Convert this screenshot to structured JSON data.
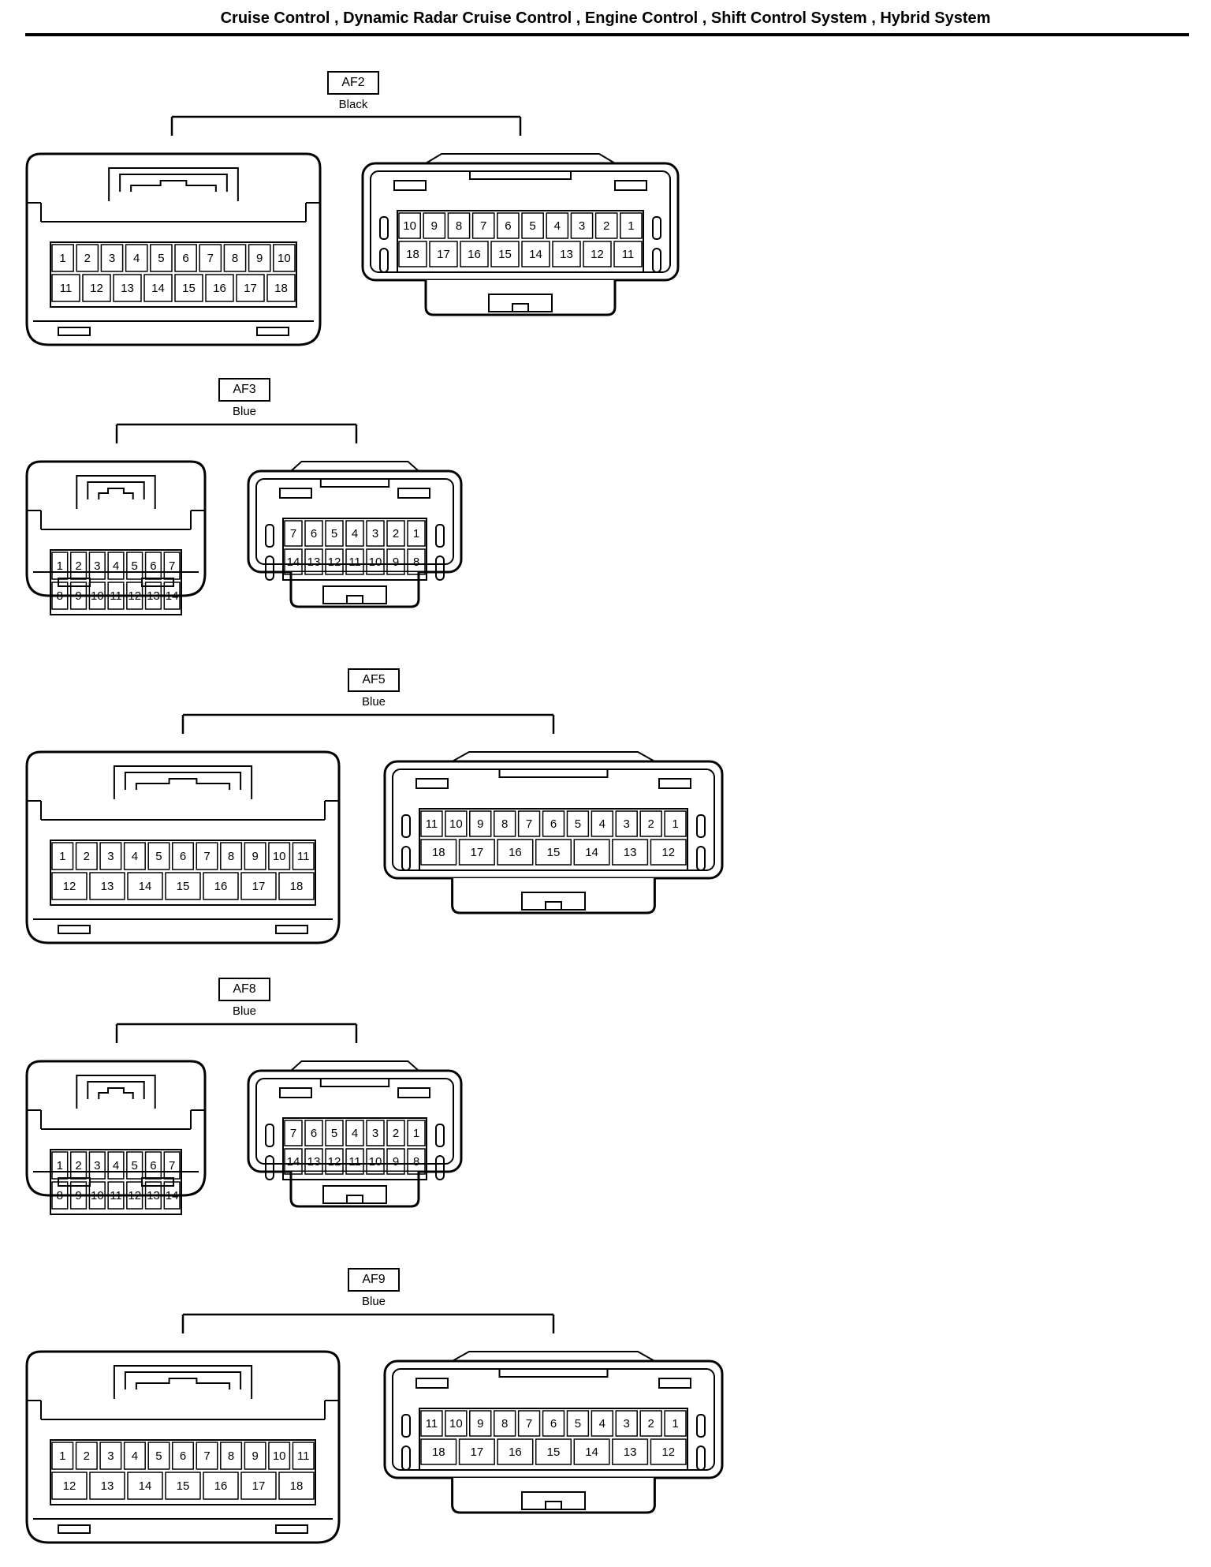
{
  "title": "Cruise Control , Dynamic Radar Cruise Control , Engine Control , Shift Control System , Hybrid System",
  "connectors": [
    {
      "id": "AF2",
      "color": "Black",
      "male_rows": [
        [
          "1",
          "2",
          "3",
          "4",
          "5",
          "6",
          "7",
          "8",
          "9",
          "10"
        ],
        [
          "11",
          "12",
          "13",
          "14",
          "15",
          "16",
          "17",
          "18"
        ]
      ],
      "female_rows": [
        [
          "10",
          "9",
          "8",
          "7",
          "6",
          "5",
          "4",
          "3",
          "2",
          "1"
        ],
        [
          "18",
          "17",
          "16",
          "15",
          "14",
          "13",
          "12",
          "11"
        ]
      ]
    },
    {
      "id": "AF3",
      "color": "Blue",
      "male_rows": [
        [
          "1",
          "2",
          "3",
          "4",
          "5",
          "6",
          "7"
        ],
        [
          "8",
          "9",
          "10",
          "11",
          "12",
          "13",
          "14"
        ]
      ],
      "female_rows": [
        [
          "7",
          "6",
          "5",
          "4",
          "3",
          "2",
          "1"
        ],
        [
          "14",
          "13",
          "12",
          "11",
          "10",
          "9",
          "8"
        ]
      ]
    },
    {
      "id": "AF5",
      "color": "Blue",
      "male_rows": [
        [
          "1",
          "2",
          "3",
          "4",
          "5",
          "6",
          "7",
          "8",
          "9",
          "10",
          "11"
        ],
        [
          "12",
          "13",
          "14",
          "15",
          "16",
          "17",
          "18"
        ]
      ],
      "female_rows": [
        [
          "11",
          "10",
          "9",
          "8",
          "7",
          "6",
          "5",
          "4",
          "3",
          "2",
          "1"
        ],
        [
          "18",
          "17",
          "16",
          "15",
          "14",
          "13",
          "12"
        ]
      ]
    },
    {
      "id": "AF8",
      "color": "Blue",
      "male_rows": [
        [
          "1",
          "2",
          "3",
          "4",
          "5",
          "6",
          "7"
        ],
        [
          "8",
          "9",
          "10",
          "11",
          "12",
          "13",
          "14"
        ]
      ],
      "female_rows": [
        [
          "7",
          "6",
          "5",
          "4",
          "3",
          "2",
          "1"
        ],
        [
          "14",
          "13",
          "12",
          "11",
          "10",
          "9",
          "8"
        ]
      ]
    },
    {
      "id": "AF9",
      "color": "Blue",
      "male_rows": [
        [
          "1",
          "2",
          "3",
          "4",
          "5",
          "6",
          "7",
          "8",
          "9",
          "10",
          "11"
        ],
        [
          "12",
          "13",
          "14",
          "15",
          "16",
          "17",
          "18"
        ]
      ],
      "female_rows": [
        [
          "11",
          "10",
          "9",
          "8",
          "7",
          "6",
          "5",
          "4",
          "3",
          "2",
          "1"
        ],
        [
          "18",
          "17",
          "16",
          "15",
          "14",
          "13",
          "12"
        ]
      ]
    }
  ]
}
